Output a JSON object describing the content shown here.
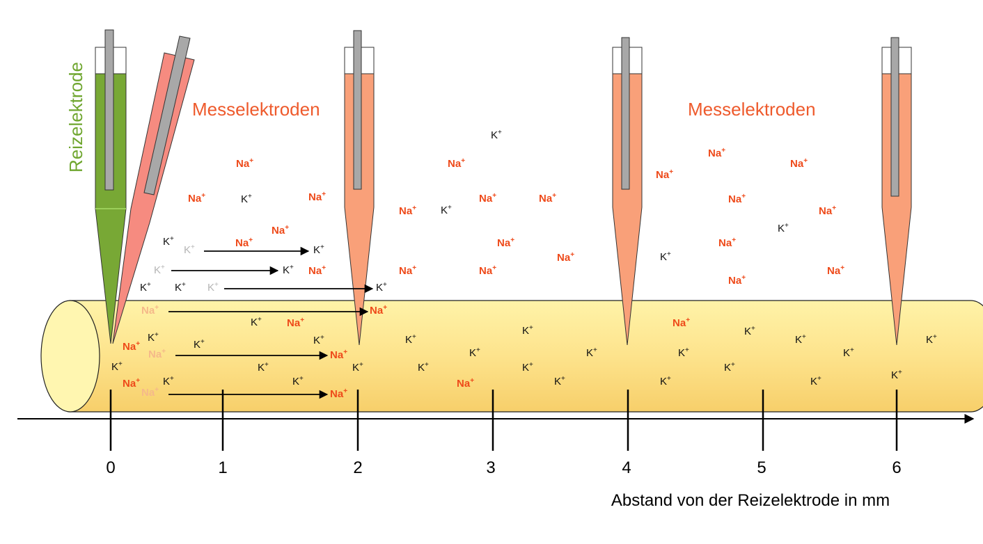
{
  "diagram": {
    "stim_label": "Reizelektrode",
    "measure_label": "Messelektroden",
    "axis_label": "Abstand von der Reizelektrode in mm",
    "ticks": [
      "0",
      "1",
      "2",
      "3",
      "4",
      "5",
      "6"
    ],
    "na": "Na",
    "k": "K",
    "plus": "+"
  },
  "colors": {
    "stim_electrode": "#78a835",
    "measure_electrode": "#f9a079",
    "first_measure_electrode": "#f68b80",
    "axon_fill": "#fde38c",
    "axon_end": "#fff6b0",
    "label_orange": "#ee5a2c",
    "label_green": "#6fa62f",
    "na_color": "#ee4a1a",
    "k_color": "#111111",
    "faded_na": "#f5b98a",
    "faded_k": "#b5b5b5"
  }
}
